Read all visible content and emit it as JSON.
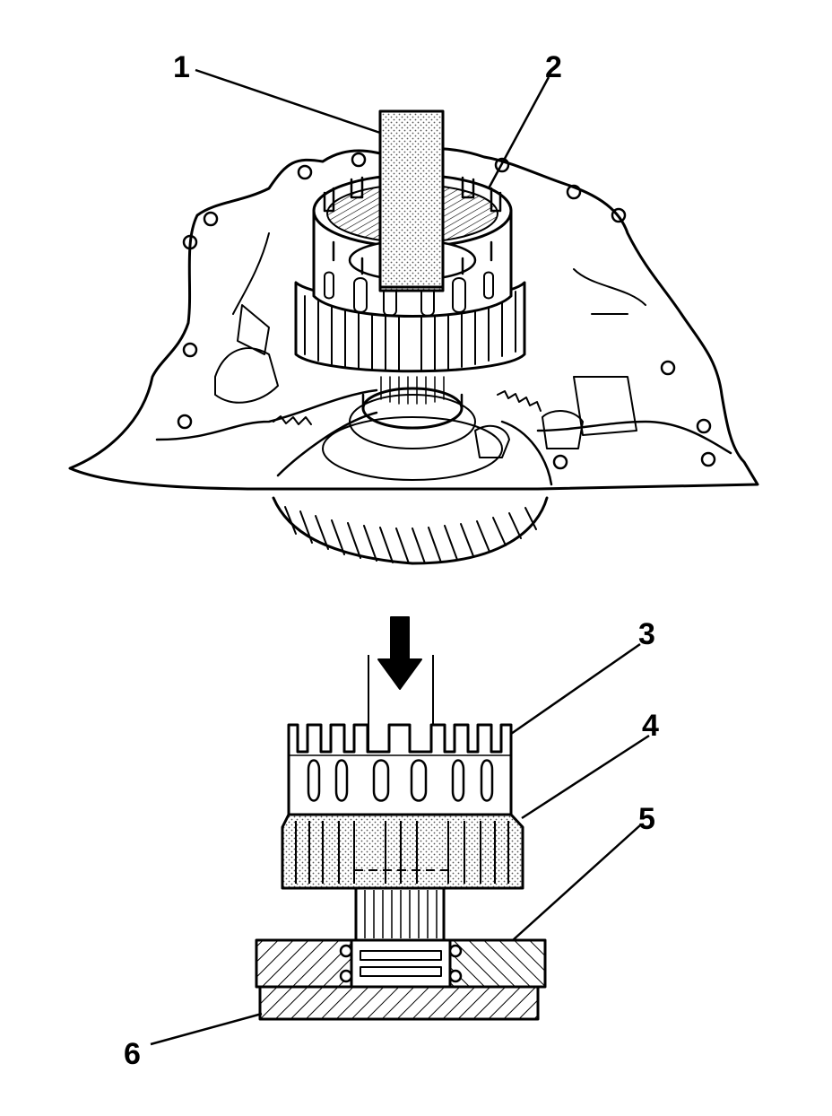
{
  "figure": {
    "colors": {
      "ink": "#000000",
      "paper": "#ffffff",
      "shade": "#b8b8b8"
    },
    "callouts": [
      {
        "id": "1",
        "label": "1"
      },
      {
        "id": "2",
        "label": "2"
      },
      {
        "id": "3",
        "label": "3"
      },
      {
        "id": "4",
        "label": "4"
      },
      {
        "id": "5",
        "label": "5"
      },
      {
        "id": "6",
        "label": "6"
      }
    ],
    "icons": [
      "press-direction-arrow-icon"
    ]
  }
}
